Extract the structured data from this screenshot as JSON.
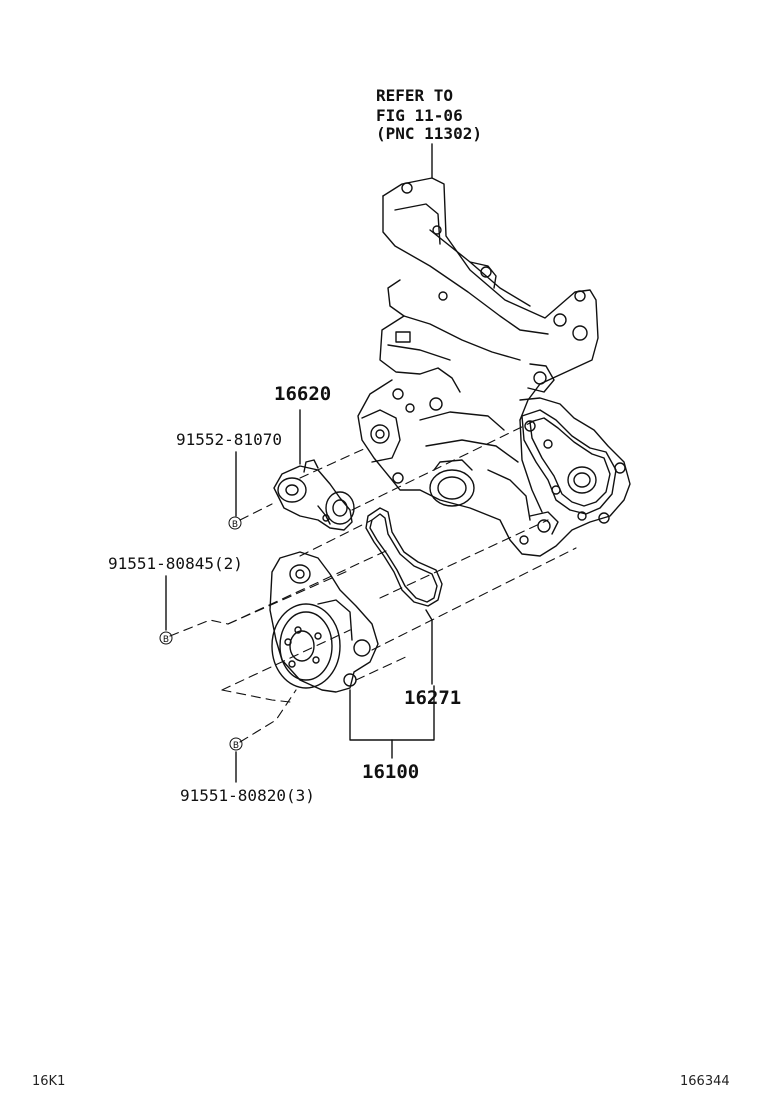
{
  "reference_note": {
    "line1": "REFER TO",
    "line2": "FIG 11-06",
    "line3": "(PNC 11302)"
  },
  "part_numbers": {
    "idler_pulley": "16620",
    "idler_bolt": "91552-81070",
    "pump_bolt_a": "91551-80845(2)",
    "gasket": "16271",
    "water_pump": "16100",
    "pump_bolt_b": "91551-80820(3)"
  },
  "markers": {
    "b1": "B",
    "b2": "B",
    "b3": "B"
  },
  "footer": {
    "left_code": "16K1",
    "right_code": "166344"
  },
  "colors": {
    "line": "#111111",
    "background": "#ffffff"
  }
}
